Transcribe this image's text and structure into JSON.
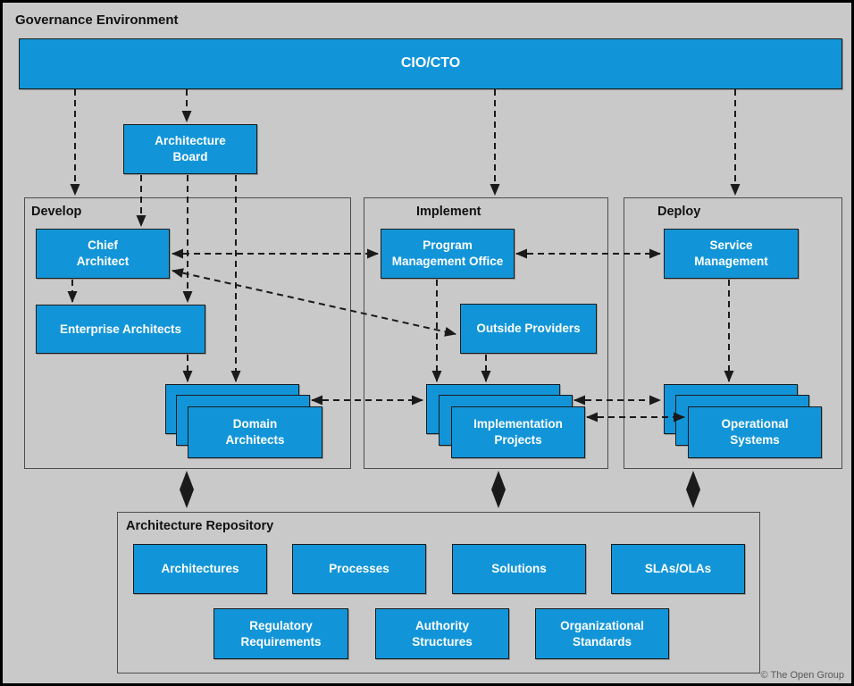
{
  "title": "Governance Environment",
  "cio_cto": "CIO/CTO",
  "architecture_board": "Architecture\nBoard",
  "develop": {
    "label": "Develop",
    "chief_architect": "Chief\nArchitect",
    "enterprise_architects": "Enterprise Architects",
    "domain_architects": "Domain\nArchitects"
  },
  "implement": {
    "label": "Implement",
    "program_management_office": "Program\nManagement Office",
    "outside_providers": "Outside Providers",
    "implementation_projects": "Implementation\nProjects"
  },
  "deploy": {
    "label": "Deploy",
    "service_management": "Service\nManagement",
    "operational_systems": "Operational\nSystems"
  },
  "repository": {
    "label": "Architecture Repository",
    "row1": [
      "Architectures",
      "Processes",
      "Solutions",
      "SLAs/OLAs"
    ],
    "row2": [
      "Regulatory\nRequirements",
      "Authority\nStructures",
      "Organizational\nStandards"
    ]
  },
  "copyright": "© The Open Group",
  "colors": {
    "box_blue": "#1295d8",
    "background": "#c9c9c9",
    "line": "#1a1a1a",
    "section_border": "#4d4d4d",
    "canvas_border": "#000000",
    "copyright": "#58595b"
  }
}
